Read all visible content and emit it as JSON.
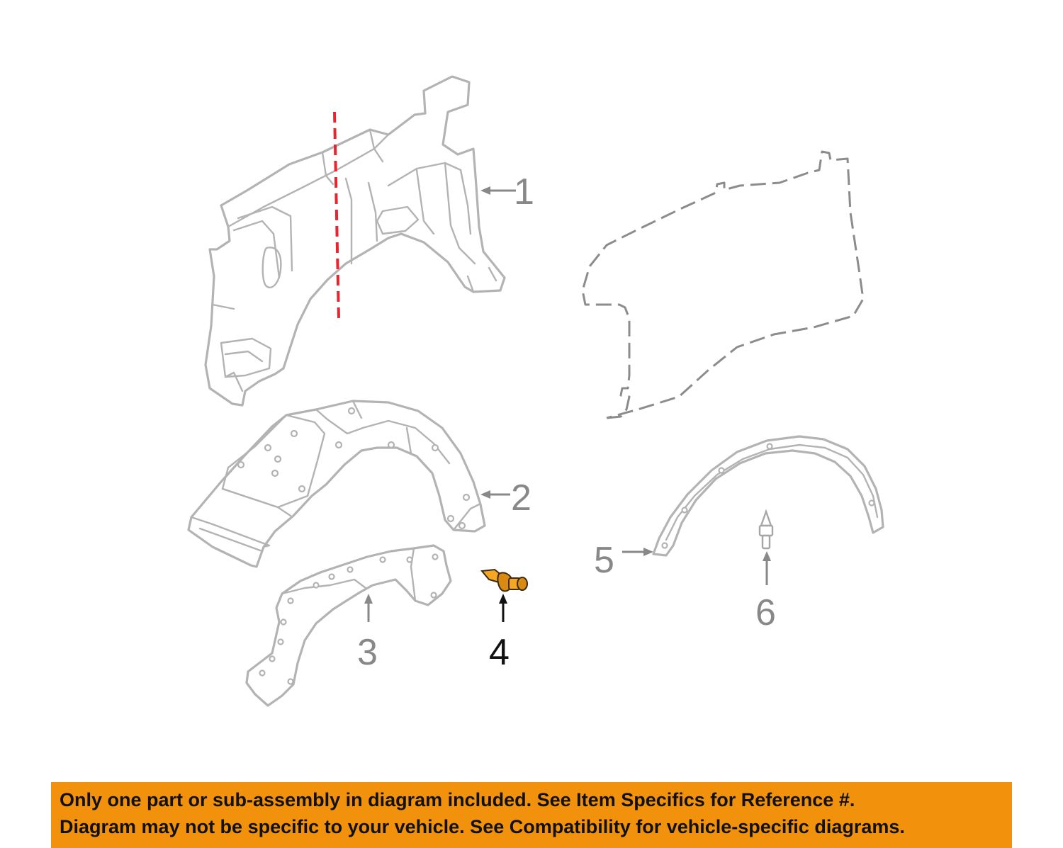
{
  "diagram": {
    "callouts": [
      {
        "number": "1",
        "part": "inner-structure",
        "highlighted": false
      },
      {
        "number": "2",
        "part": "fender-liner",
        "highlighted": false
      },
      {
        "number": "3",
        "part": "splash-shield",
        "highlighted": false
      },
      {
        "number": "4",
        "part": "liner-clip",
        "highlighted": true
      },
      {
        "number": "5",
        "part": "wheel-opening-molding",
        "highlighted": false
      },
      {
        "number": "6",
        "part": "molding-retainer",
        "highlighted": false
      }
    ],
    "colors": {
      "part_outline": "#b3b3b3",
      "callout_text": "#888888",
      "highlight_callout": "#111111",
      "highlight_part": "#f5a623",
      "reference_line": "#e8242c",
      "banner_background": "#f2920c"
    }
  },
  "disclaimer": {
    "line1": "Only one part or sub-assembly in diagram included. See Item Specifics for Reference #.",
    "line2": "Diagram may not be specific to your vehicle. See Compatibility for vehicle-specific diagrams."
  }
}
